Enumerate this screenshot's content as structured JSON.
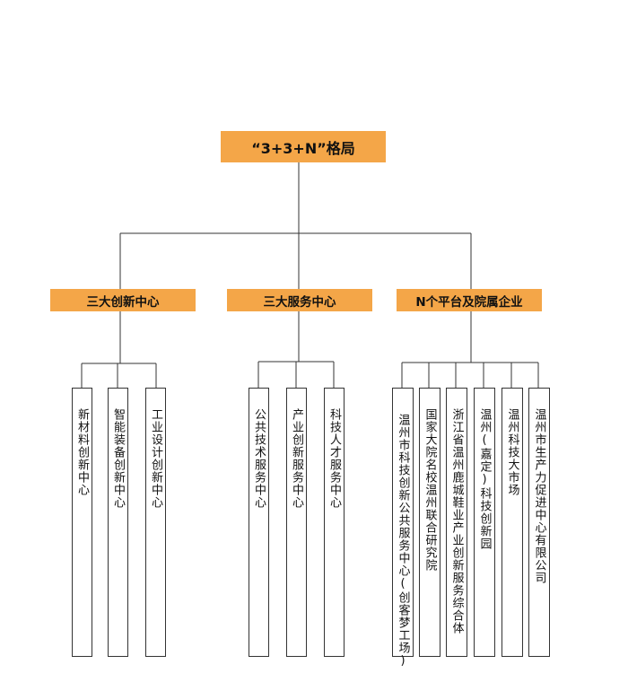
{
  "root": {
    "title": "“3+3+N”格局"
  },
  "categories": [
    {
      "label": "三大创新中心",
      "children": [
        "新材料创新中心",
        "智能装备创新中心",
        "工业设计创新中心"
      ]
    },
    {
      "label": "三大服务中心",
      "children": [
        "公共技术服务中心",
        "产业创新服务中心",
        "科技人才服务中心"
      ]
    },
    {
      "label": "N个平台及院属企业",
      "children": [
        "温州市科技创新公共服务中心(创客梦工场)",
        "国家大院名校温州联合研究院",
        "浙江省温州鹿城鞋业产业创新服务综合体",
        "温州(嘉定)科技创新园",
        "温州科技大市场",
        "温州市生产力促进中心有限公司"
      ]
    }
  ],
  "colors": {
    "accent": "#f4a648",
    "line": "#333333"
  }
}
